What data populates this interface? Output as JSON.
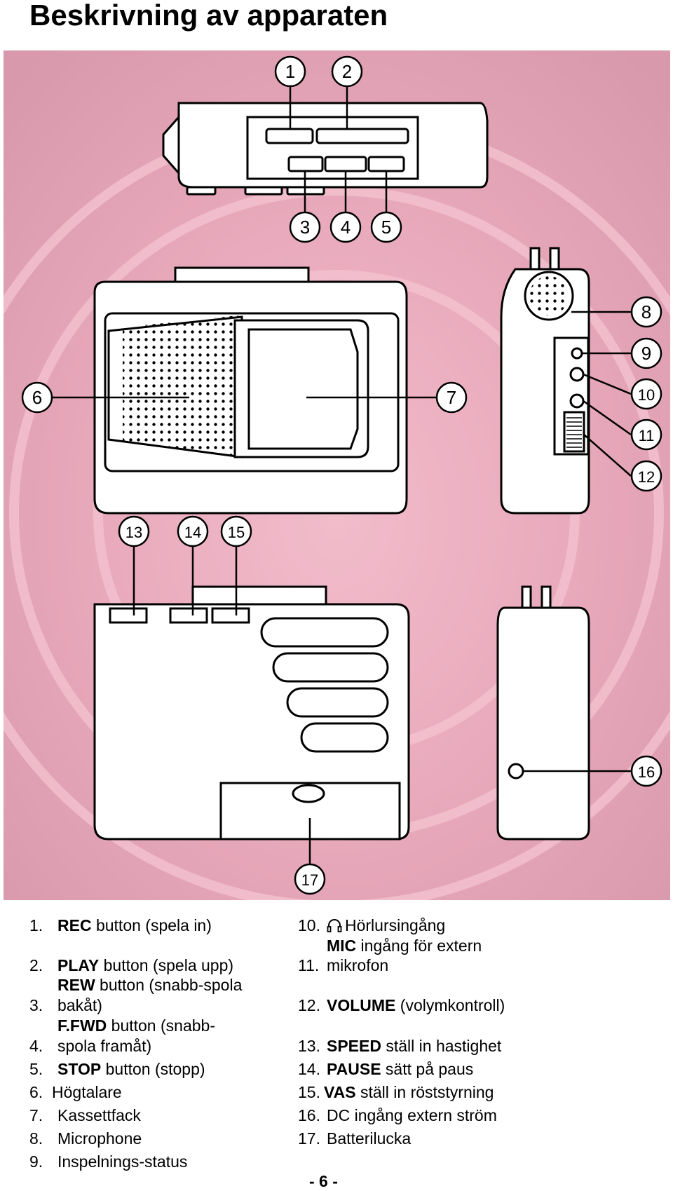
{
  "page_title": "Beskrivning av apparaten",
  "callouts": [
    "1",
    "2",
    "3",
    "4",
    "5",
    "6",
    "7",
    "8",
    "9",
    "10",
    "11",
    "12",
    "13",
    "14",
    "15",
    "16",
    "17"
  ],
  "left_numbers": [
    "1.",
    "2.",
    "3.",
    "4.",
    "5.",
    "6.",
    "7.",
    "8.",
    "9."
  ],
  "left_text": {
    "rec_b": "REC",
    "rec": " button (spela in)",
    "play_b": "PLAY",
    "play": " button (spela upp)",
    "rew_b": "REW",
    "rew": " button (snabb-spola",
    "rew2": "bakåt)",
    "ffwd_b": "F.FWD",
    "ffwd": " button (snabb-",
    "ffwd2": "spola framåt)",
    "stop_b": "STOP",
    "stop": " button (stopp)",
    "i6": "Högtalare",
    "i7": "Kassettfack",
    "i8": "Microphone",
    "i9": "Inspelnings-status"
  },
  "right_numbers": [
    "10.",
    "11.",
    "12.",
    "13.",
    "14.",
    "15.",
    "16.",
    "17."
  ],
  "right_text": {
    "i10": "Hörlursingång",
    "mic_b": "MIC",
    "mic": " ingång för extern",
    "i11": "mikrofon",
    "vol_b": "VOLUME",
    "vol": " (volymkontroll)",
    "speed_b": "SPEED",
    "speed": " ställ in hastighet",
    "pause_b": "PAUSE",
    "pause": " sätt på paus",
    "vas_b": "VAS",
    "vas": " ställ in röststyrning",
    "i16": "DC ingång extern ström",
    "i17": "Batterilucka"
  },
  "page_number": "- 6 -",
  "colors": {
    "background": "#e3a3b6",
    "line": "#000000"
  }
}
